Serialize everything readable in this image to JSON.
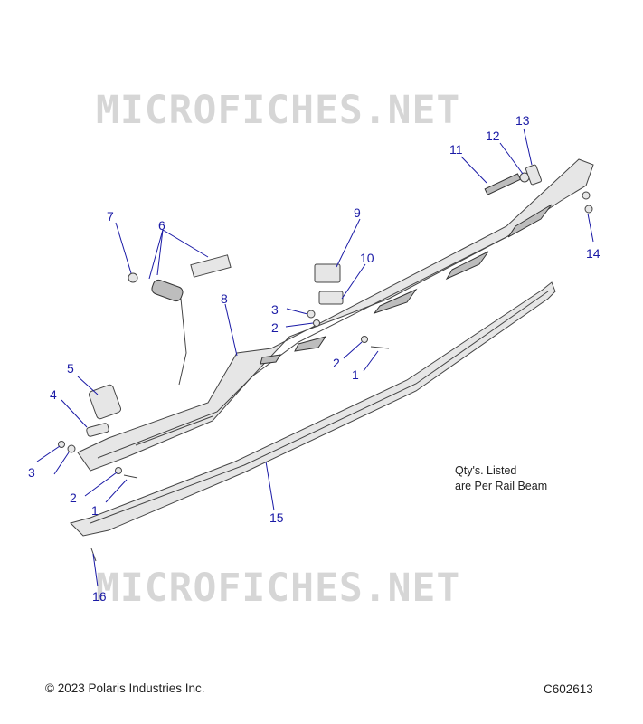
{
  "watermark": "MICROFICHES.NET",
  "note": {
    "line1": "Qty's. Listed",
    "line2": "are Per Rail Beam"
  },
  "footer": {
    "copyright": "© 2023 Polaris Industries Inc.",
    "code": "C602613"
  },
  "callouts": [
    "1",
    "1",
    "2",
    "2",
    "2",
    "3",
    "3",
    "4",
    "5",
    "6",
    "7",
    "8",
    "9",
    "10",
    "11",
    "12",
    "13",
    "14",
    "15",
    "16"
  ],
  "colors": {
    "callout": "#1a1aa6",
    "watermark": "#d6d6d6",
    "part_fill": "#e6e6e6",
    "part_stroke": "#444444"
  }
}
